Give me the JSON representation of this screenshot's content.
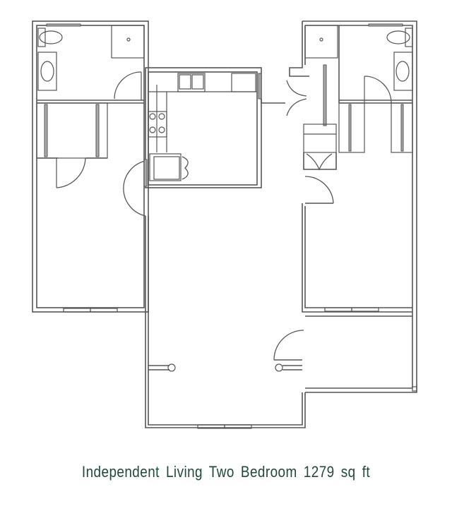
{
  "caption": {
    "title": "Independent Living Two  Bedroom 1279 sq ft",
    "color": "#1f4a3a"
  },
  "plan": {
    "rooms": [
      {
        "name": "left-bathroom"
      },
      {
        "name": "left-closet"
      },
      {
        "name": "left-bedroom"
      },
      {
        "name": "kitchen"
      },
      {
        "name": "living-room"
      },
      {
        "name": "right-bathroom"
      },
      {
        "name": "right-closet"
      },
      {
        "name": "right-bedroom"
      },
      {
        "name": "patio"
      }
    ],
    "line_color": "#555555"
  }
}
